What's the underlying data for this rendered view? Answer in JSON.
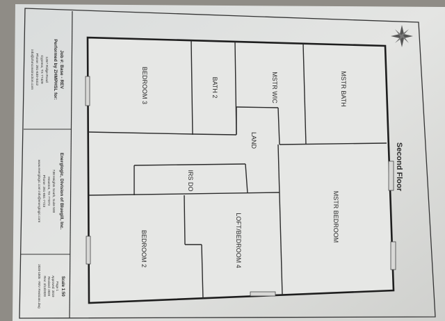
{
  "sheet": {
    "title": "Second Floor",
    "scale": "Scale 1:50"
  },
  "title_block": {
    "job_line": "Job #: Base - REV",
    "performed_by": "Performed by ZHMPHSL for:",
    "client_lines": [
      "1267 Ridge Road",
      "Cypress, TX 77429",
      "Phone: 281-630-0412",
      "info@zhmconstruction.com"
    ],
    "company": "Energlogic, Division of Bluegill, Inc.",
    "company_lines": [
      "738 Heights South, Suite 500",
      "Houston, TX 77070",
      "Phone: 281-861-7723",
      "www.energlogic.com info@energlogic.com"
    ],
    "scale_note_lines": [
      "Scale 1:50",
      "Page 1",
      "Approved: 2019",
      "Revised: 2020",
      "Rev: 3/13/2020",
      "2020-1005 - REV Revisions.dwg"
    ]
  },
  "rooms": {
    "bedroom3": "BEDROOM 3",
    "bath2": "BATH 2",
    "mstr_wic": "MSTR WIC",
    "mstr_bath": "MSTR BATH",
    "land": "LAND",
    "stairs": "IRS DO",
    "mstr_bedroom": "MSTR BEDROOM",
    "loft_bedroom4": "LOFT/BEDROOM 4",
    "bedroom2": "BEDROOM 2"
  }
}
